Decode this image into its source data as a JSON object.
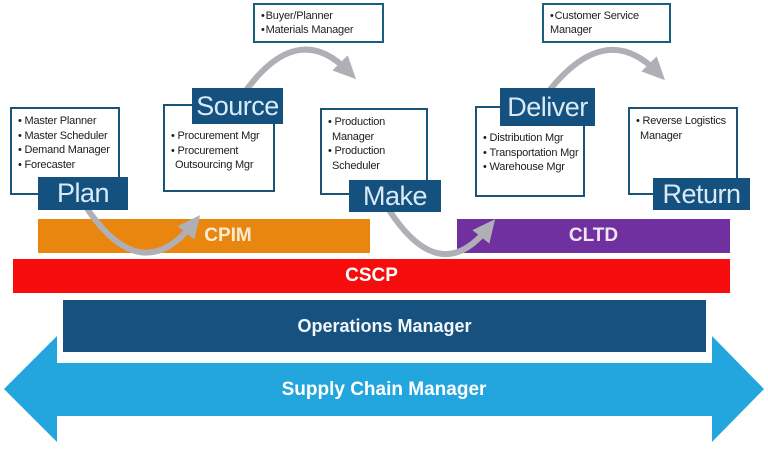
{
  "notes": {
    "buyer": {
      "lines": [
        "Buyer/Planner",
        "Materials Manager"
      ]
    },
    "customer": {
      "lines": [
        "Customer Service Manager"
      ]
    }
  },
  "scor": {
    "plan": {
      "label": "Plan",
      "roles": [
        "Master Planner",
        "Master Scheduler",
        "Demand Manager",
        "Forecaster"
      ]
    },
    "source": {
      "label": "Source",
      "roles": [
        "Procurement Mgr",
        "Procurement Outsourcing  Mgr"
      ]
    },
    "make": {
      "label": "Make",
      "roles": [
        "Production Manager",
        "Production Scheduler"
      ]
    },
    "deliver": {
      "label": "Deliver",
      "roles": [
        "Distribution Mgr",
        "Transportation Mgr",
        "Warehouse Mgr"
      ]
    },
    "return": {
      "label": "Return",
      "roles": [
        "Reverse Logistics Manager"
      ]
    }
  },
  "certifications": {
    "cpim": {
      "label": "CPIM",
      "color": "#e8860f"
    },
    "cltd": {
      "label": "CLTD",
      "color": "#7030a0"
    },
    "cscp": {
      "label": "CSCP",
      "color": "#f60c0c"
    }
  },
  "role_bars": {
    "operations": {
      "label": "Operations Manager",
      "color": "#17517f"
    },
    "supply_chain": {
      "label": "Supply Chain Manager",
      "color": "#23a5de"
    }
  },
  "colors": {
    "scor_tile_blue": "#15517f",
    "outline_blue": "#1a5578",
    "arrow_gray": "#afafb5"
  }
}
